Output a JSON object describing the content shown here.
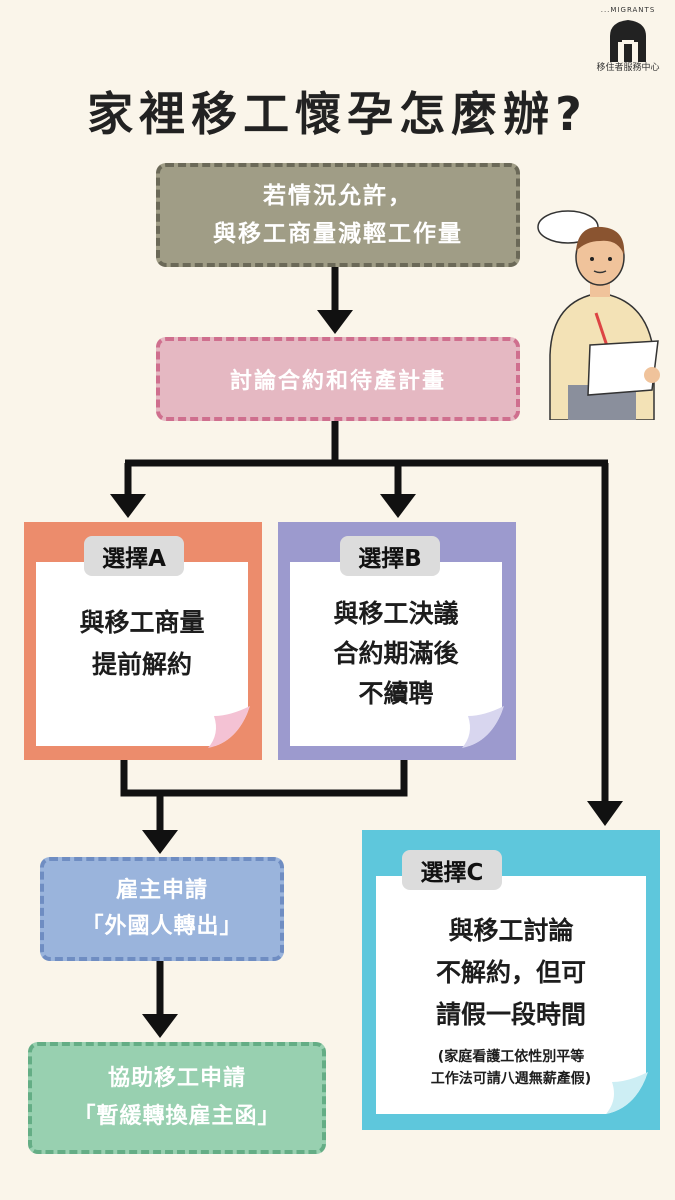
{
  "title": "家裡移工懷孕怎麼辦?",
  "logo": {
    "arc_text": "...MIGRANTS",
    "label": "移住者服務中心"
  },
  "steps": {
    "step1": {
      "line1": "若情況允許，",
      "line2": "與移工商量減輕工作量"
    },
    "step2": {
      "text": "討論合約和待產計畫"
    }
  },
  "options": {
    "a": {
      "tab": "選擇A",
      "line1": "與移工商量",
      "line2": "提前解約"
    },
    "b": {
      "tab": "選擇B",
      "line1": "與移工決議",
      "line2": "合約期滿後",
      "line3": "不續聘"
    },
    "c": {
      "tab": "選擇C",
      "line1": "與移工討論",
      "line2": "不解約，但可",
      "line3": "請假一段時間",
      "note1": "(家庭看護工依性別平等",
      "note2": "工作法可請八週無薪產假)"
    }
  },
  "outcomes": {
    "employer": {
      "line1": "雇主申請",
      "line2": "「外國人轉出」"
    },
    "assist": {
      "line1": "協助移工申請",
      "line2": "「暫緩轉換雇主函」"
    }
  },
  "colors": {
    "background": "#faf5ea",
    "step1": "#a09d86",
    "step2": "#e5b8c2",
    "option_a": "#ec8c6c",
    "option_b": "#9c9ace",
    "option_c": "#5ec7dc",
    "employer": "#9ab4dc",
    "assist": "#98d0b0"
  }
}
